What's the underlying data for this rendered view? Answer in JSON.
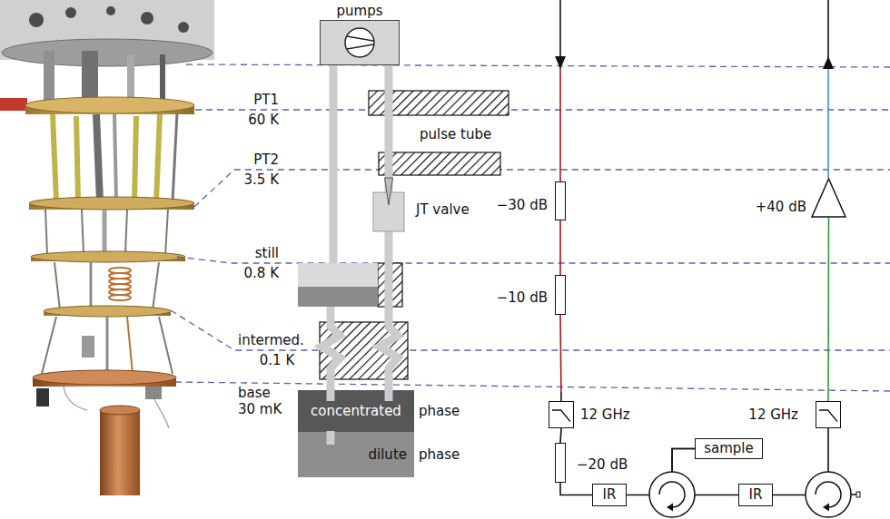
{
  "diagram": {
    "nodes": [
      {
        "text": [
          "pumps"
        ]
      },
      {
        "text": [
          "−30 dB"
        ]
      },
      {
        "text": [
          "+40 dB"
        ]
      },
      {
        "text": [
          "−10 dB"
        ]
      },
      {
        "text": [
          "concentrated",
          "phase"
        ]
      },
      {
        "text": [
          "12 GHz"
        ]
      },
      {
        "text": [
          "12 GHz"
        ]
      },
      {
        "text": [
          "dilute",
          "phase"
        ]
      },
      {
        "text": [
          "sample"
        ]
      },
      {
        "text": [
          "−20 dB"
        ]
      },
      {
        "text": [
          "IR"
        ]
      },
      {
        "text": [
          "IR"
        ]
      }
    ],
    "edges": [
      {
        "from": 0,
        "to": 4,
        "arrow": "none"
      },
      {
        "from": 1,
        "to": 3,
        "arrow": "none"
      },
      {
        "from": 3,
        "to": 5,
        "arrow": "none"
      },
      {
        "from": 5,
        "to": 9,
        "arrow": "none"
      },
      {
        "from": 9,
        "to": 10,
        "arrow": "none"
      },
      {
        "from": 10,
        "to": 8,
        "arrow": "none"
      },
      {
        "from": 8,
        "to": 11,
        "arrow": "none"
      },
      {
        "from": 11,
        "to": 6,
        "arrow": "none"
      },
      {
        "from": 6,
        "to": 2,
        "arrow": "none"
      }
    ],
    "labels": [
      "PT1",
      "60 K",
      "PT2",
      "3.5 K",
      "still",
      "0.8 K",
      "intermed.",
      "0.1 K",
      "base",
      "30 mK",
      "pulse tube",
      "JT valve"
    ]
  }
}
